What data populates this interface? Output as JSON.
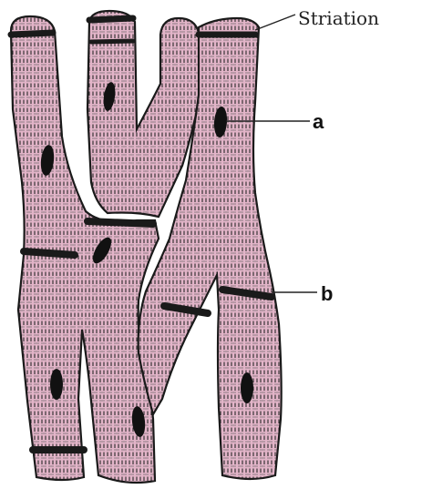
{
  "figure": {
    "labels": {
      "striation": "Striation",
      "a": "a",
      "b": "b"
    },
    "colors": {
      "fibre_fill": "#e2b4c8",
      "outline": "#1a1a1a",
      "disc": "#1a1a1a",
      "nucleus": "#111111",
      "background": "#ffffff"
    },
    "structures": [
      "cardiac-muscle-fibres",
      "striations",
      "nuclei",
      "intercalated-discs"
    ]
  }
}
